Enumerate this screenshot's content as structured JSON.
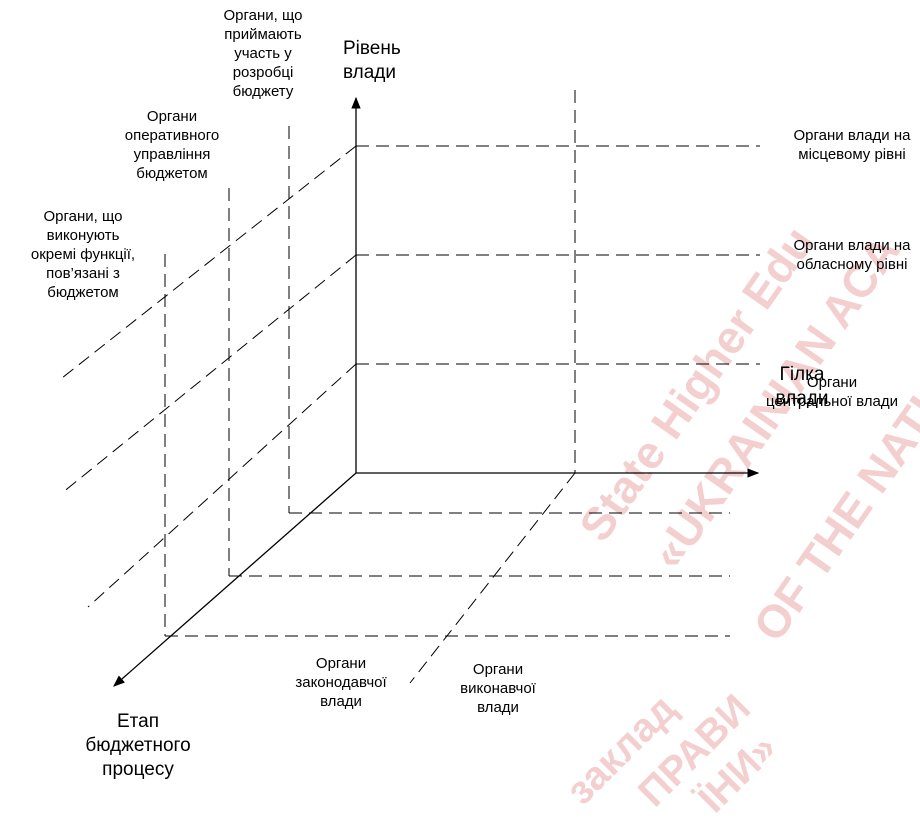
{
  "diagram": {
    "axes": {
      "vertical": "Рівень\nвлади",
      "horizontal": "Гілка\nвлади",
      "depth": "Етап\nбюджетного\nпроцесу"
    },
    "levels": {
      "local": "Органи влади на\nмісцевому рівні",
      "regional": "Органи  влади на\nобласному рівні",
      "central": "Органи\nцентральної влади"
    },
    "branches": {
      "legislative": "Органи\nзаконодавчої\nвлади",
      "executive": "Органи\nвиконавчої\nвлади"
    },
    "stages": {
      "development": "Органи, що\nприймають\nучасть у\nрозробці\nбюджету",
      "operational": "Органи\nоперативного\nуправління\nбюджетом",
      "functions": "Органи, що\nвиконують\nокремі функції,\nпов’язані з\nбюджетом"
    }
  },
  "watermark": {
    "lines": [
      "State Higher Edu",
      "«UKRAINIAN ACA",
      "OF THE NATIO",
      "заклад",
      "ПРАВИ",
      "ЇНИ»"
    ],
    "color": "#e8a0a0"
  }
}
